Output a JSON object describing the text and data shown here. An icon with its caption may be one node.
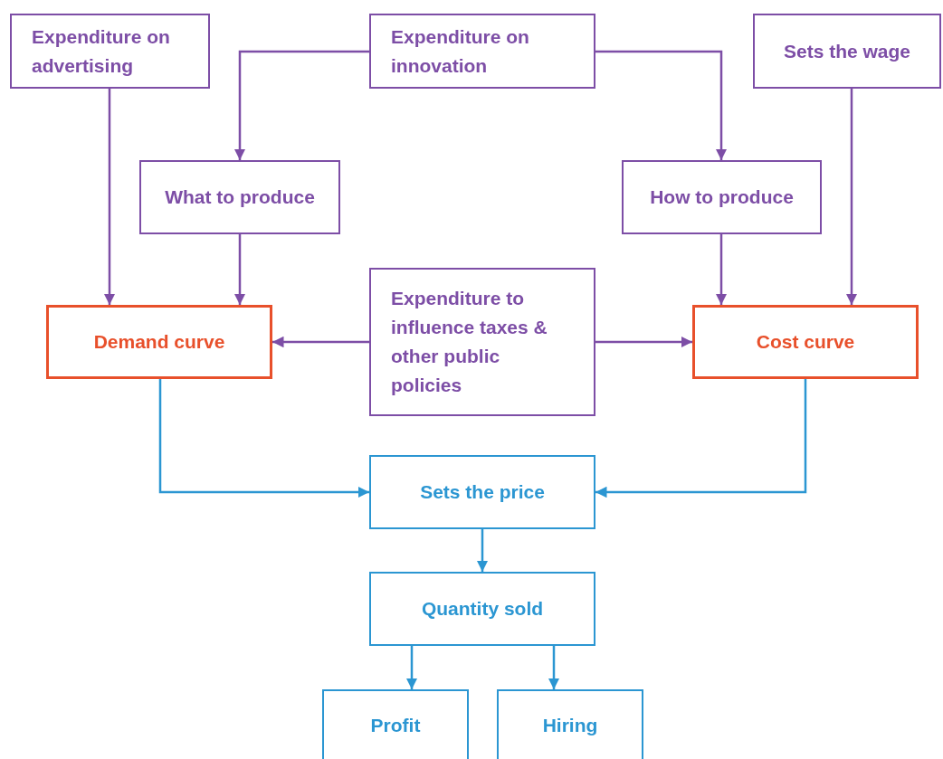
{
  "diagram": {
    "nodes": [
      {
        "text": [
          "Expenditure on advertising"
        ]
      },
      {
        "text": [
          "Expenditure on innovation"
        ]
      },
      {
        "text": [
          "Sets the wage"
        ]
      },
      {
        "text": [
          "What to produce"
        ]
      },
      {
        "text": [
          "How to produce"
        ]
      },
      {
        "text": [
          "Demand curve"
        ]
      },
      {
        "text": [
          "Expenditure to influence taxes & other public policies"
        ]
      },
      {
        "text": [
          "Cost curve"
        ]
      },
      {
        "text": [
          "Sets the price"
        ]
      },
      {
        "text": [
          "Quantity sold"
        ]
      },
      {
        "text": [
          "Profit"
        ]
      },
      {
        "text": [
          "Hiring"
        ]
      }
    ],
    "edges": [
      {
        "from": 0,
        "to": 5,
        "arrow": "to"
      },
      {
        "from": 1,
        "to": 3,
        "arrow": "to"
      },
      {
        "from": 1,
        "to": 4,
        "arrow": "to"
      },
      {
        "from": 3,
        "to": 5,
        "arrow": "to"
      },
      {
        "from": 4,
        "to": 7,
        "arrow": "to"
      },
      {
        "from": 2,
        "to": 7,
        "arrow": "to"
      },
      {
        "from": 6,
        "to": 5,
        "arrow": "to"
      },
      {
        "from": 6,
        "to": 7,
        "arrow": "to"
      },
      {
        "from": 5,
        "to": 8,
        "arrow": "to",
        "color": "#2b96d2"
      },
      {
        "from": 7,
        "to": 8,
        "arrow": "to",
        "color": "#2b96d2"
      },
      {
        "from": 8,
        "to": 9,
        "arrow": "to",
        "color": "#2b96d2"
      },
      {
        "from": 9,
        "to": 10,
        "arrow": "to",
        "color": "#2b96d2"
      },
      {
        "from": 9,
        "to": 11,
        "arrow": "to",
        "color": "#2b96d2"
      }
    ]
  }
}
